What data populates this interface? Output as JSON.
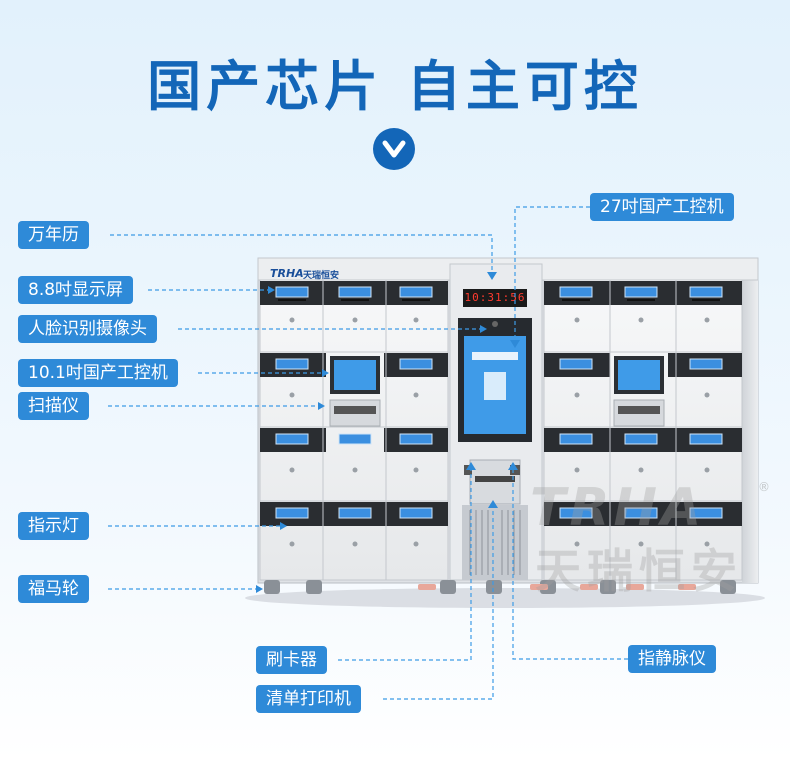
{
  "headline": "国产芯片 自主可控",
  "brand": {
    "logo_text": "TRHA",
    "name": "天瑞恒安"
  },
  "watermark": {
    "en": "TRHA",
    "cn": "天瑞恒安",
    "registered": "®"
  },
  "clock_display": "10:31:56",
  "labels": {
    "calendar": "万年历",
    "display_88": "8.8吋显示屏",
    "face_camera": "人脸识别摄像头",
    "pc_101": "10.1吋国产工控机",
    "scanner": "扫描仪",
    "indicator": "指示灯",
    "caster": "福马轮",
    "pc_27": "27吋国产工控机",
    "card_reader": "刷卡器",
    "printer": "清单打印机",
    "vein": "指静脉仪"
  },
  "colors": {
    "accent": "#1366b8",
    "tag": "#2e8ad8",
    "line": "#3d9be6"
  }
}
